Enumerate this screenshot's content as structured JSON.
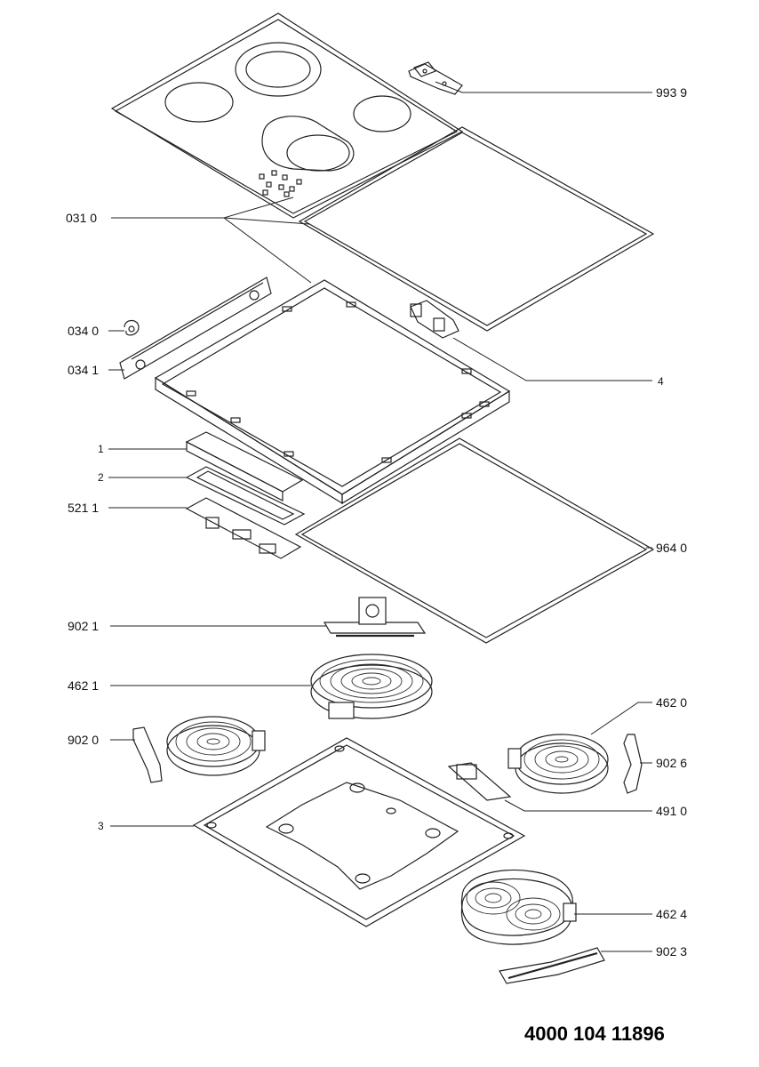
{
  "document_number": "4000 104 11896",
  "callouts": [
    {
      "id": "c-9939",
      "text": "993 9"
    },
    {
      "id": "c-0310",
      "text": "031 0"
    },
    {
      "id": "c-0340",
      "text": "034 0"
    },
    {
      "id": "c-0341",
      "text": "034 1"
    },
    {
      "id": "c-4",
      "text": "4"
    },
    {
      "id": "c-1",
      "text": "1"
    },
    {
      "id": "c-2",
      "text": "2"
    },
    {
      "id": "c-5211",
      "text": "521 1"
    },
    {
      "id": "c-9640",
      "text": "964 0"
    },
    {
      "id": "c-9021",
      "text": "902 1"
    },
    {
      "id": "c-4621",
      "text": "462 1"
    },
    {
      "id": "c-4620",
      "text": "462 0"
    },
    {
      "id": "c-9020",
      "text": "902 0"
    },
    {
      "id": "c-9026",
      "text": "902 6"
    },
    {
      "id": "c-4910",
      "text": "491 0"
    },
    {
      "id": "c-3",
      "text": "3"
    },
    {
      "id": "c-4624",
      "text": "462 4"
    },
    {
      "id": "c-9023",
      "text": "902 3"
    }
  ]
}
